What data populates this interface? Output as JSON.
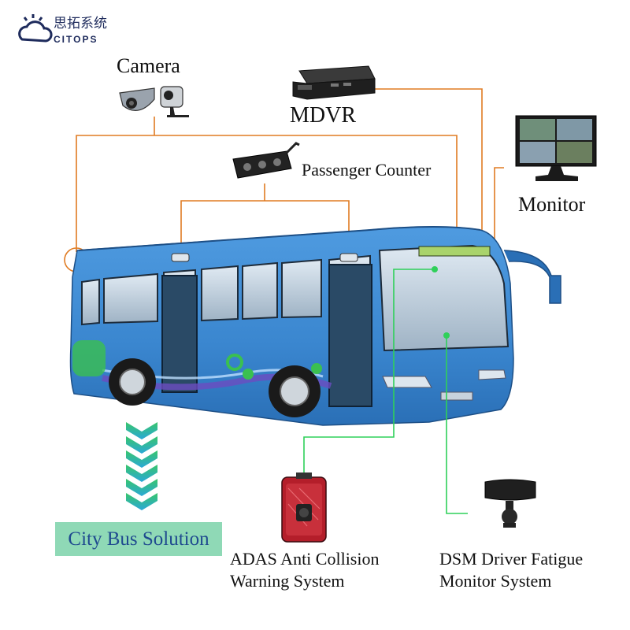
{
  "logo": {
    "cn": "思拓系统",
    "en": "CITOPS"
  },
  "labels": {
    "camera": "Camera",
    "mdvr": "MDVR",
    "passenger_counter": "Passenger Counter",
    "monitor": "Monitor",
    "solution": "City Bus Solution",
    "adas_line1": "ADAS Anti Collision",
    "adas_line2": "Warning System",
    "dsm_line1": "DSM Driver Fatigue",
    "dsm_line2": "Monitor System"
  },
  "bus": {
    "route_display": "",
    "body_color": "#3a86cf"
  },
  "colors": {
    "connector_orange": "#e07b22",
    "connector_green": "#2fd05a",
    "bus_blue": "#3a86cf",
    "solution_bg": "#8fd9b6",
    "solution_text": "#1f4a8f",
    "logo_blue": "#1e2b5c"
  },
  "icons": [
    "citops-logo-icon",
    "dome-camera-icon",
    "side-camera-icon",
    "mdvr-device-icon",
    "passenger-counter-icon",
    "monitor-icon",
    "adas-device-icon",
    "dsm-device-icon",
    "down-chevrons-icon"
  ]
}
